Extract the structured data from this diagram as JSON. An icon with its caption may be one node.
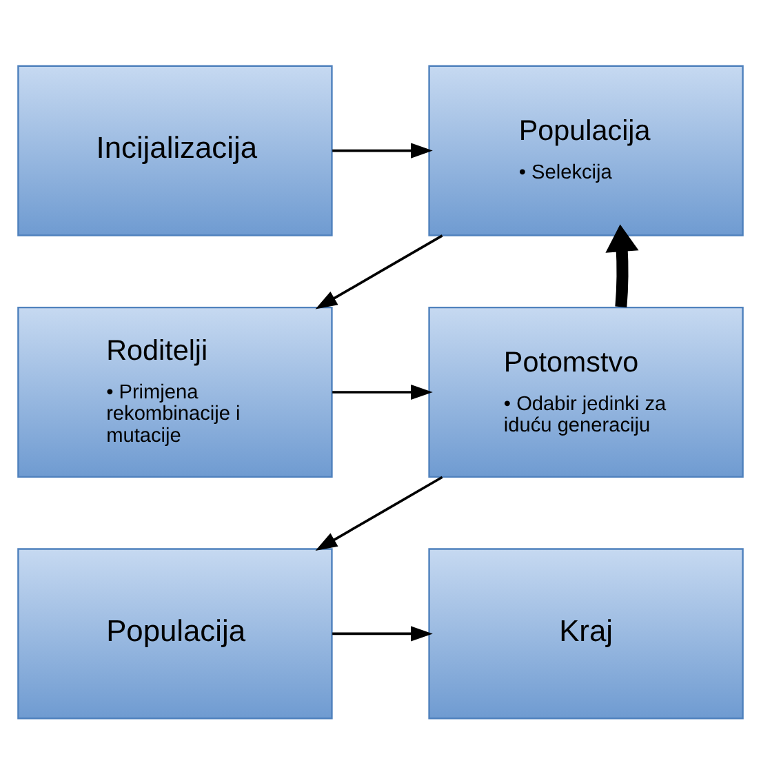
{
  "diagram": {
    "nodes": [
      {
        "text": [
          "Incijalizacija"
        ]
      },
      {
        "text": [
          "Populacija",
          "• Selekcija"
        ]
      },
      {
        "text": [
          "Roditelji",
          "• Primjena rekombinacije i mutacije"
        ]
      },
      {
        "text": [
          "Potomstvo",
          "• Odabir jedinki za iduću generaciju"
        ]
      },
      {
        "text": [
          "Populacija"
        ]
      },
      {
        "text": [
          "Kraj"
        ]
      }
    ],
    "edges": [
      {
        "from": 0,
        "to": 1,
        "arrow": "to"
      },
      {
        "from": 1,
        "to": 2,
        "arrow": "to"
      },
      {
        "from": 2,
        "to": 3,
        "arrow": "to"
      },
      {
        "from": 3,
        "to": 1,
        "arrow": "to",
        "style": "thick"
      },
      {
        "from": 3,
        "to": 4,
        "arrow": "to"
      },
      {
        "from": 4,
        "to": 5,
        "arrow": "to"
      }
    ]
  }
}
